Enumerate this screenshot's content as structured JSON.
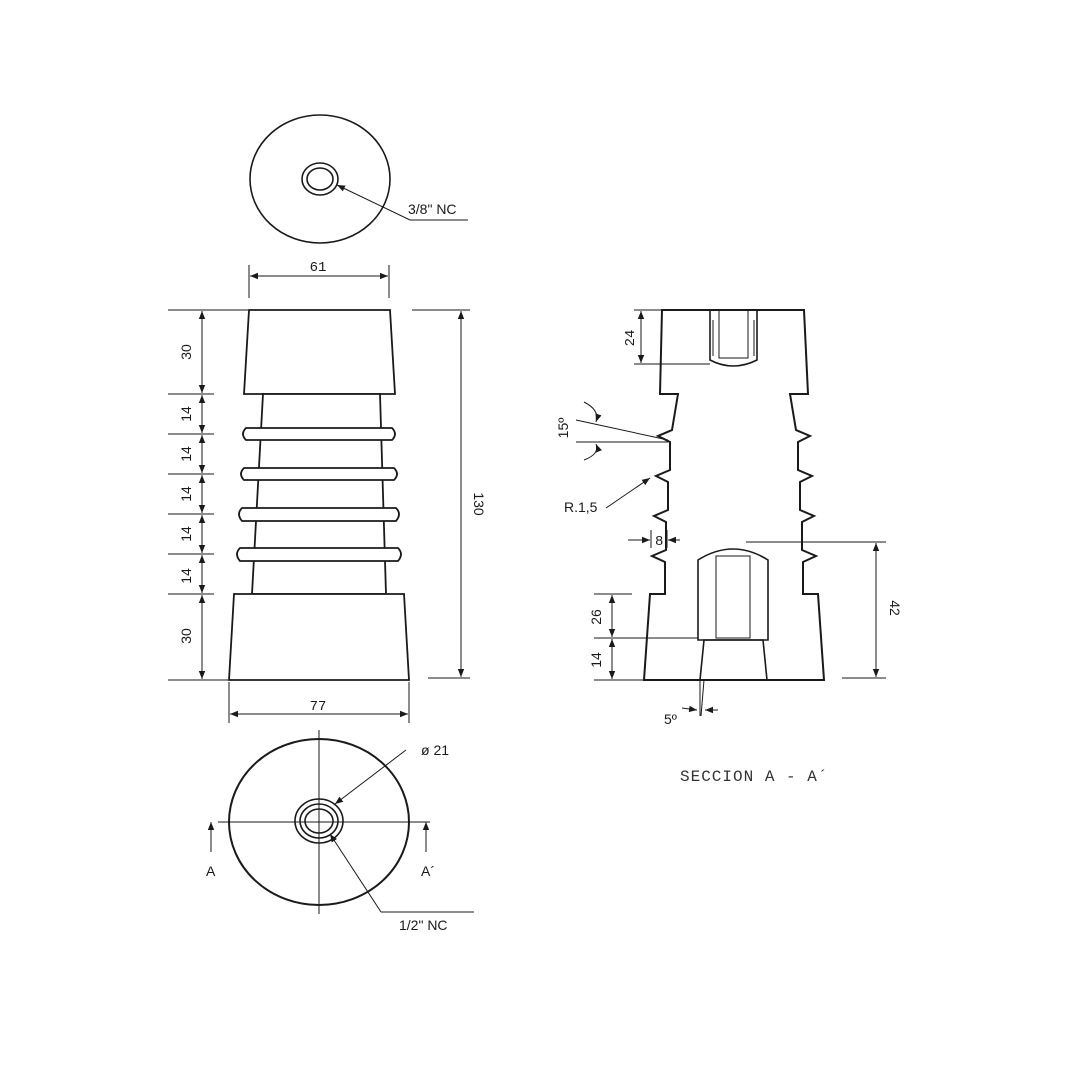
{
  "top_view": {
    "thread_label": "3/8\" NC"
  },
  "front_view": {
    "dims": {
      "top_width": "61",
      "bottom_width": "77",
      "total_height": "130",
      "seg_top": "30",
      "seg_1": "14",
      "seg_2": "14",
      "seg_3": "14",
      "seg_4": "14",
      "seg_5": "14",
      "seg_bottom": "30"
    }
  },
  "bottom_view": {
    "diameter_label": "ø 21",
    "thread_label": "1/2\" NC",
    "section_left": "A",
    "section_right": "A´"
  },
  "section_view": {
    "title": "SECCION A - A´",
    "dims": {
      "top_bore": "24",
      "angle_15": "15º",
      "radius": "R.1,5",
      "groove": "8",
      "bore_depth": "42",
      "insert": "26",
      "lower": "14",
      "angle_5": "5º"
    }
  }
}
